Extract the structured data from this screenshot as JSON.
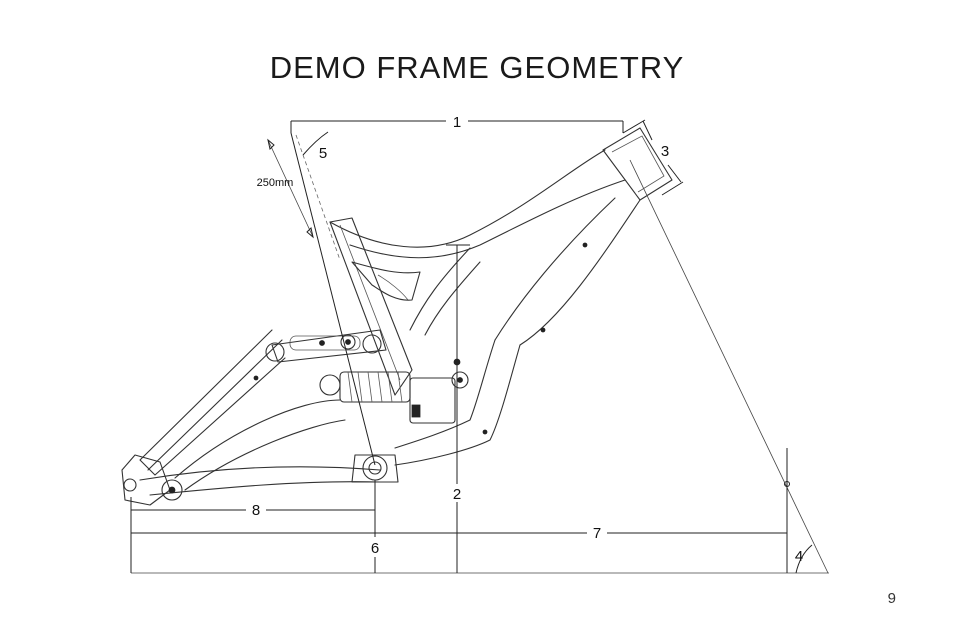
{
  "title": "DEMO FRAME GEOMETRY",
  "page_number": "9",
  "dimension_labels": {
    "d1": "1",
    "d2": "2",
    "d3": "3",
    "d4": "4",
    "d5": "5",
    "d6": "6",
    "d7": "7",
    "d8": "8"
  },
  "annotations": {
    "length_250": "250mm"
  }
}
